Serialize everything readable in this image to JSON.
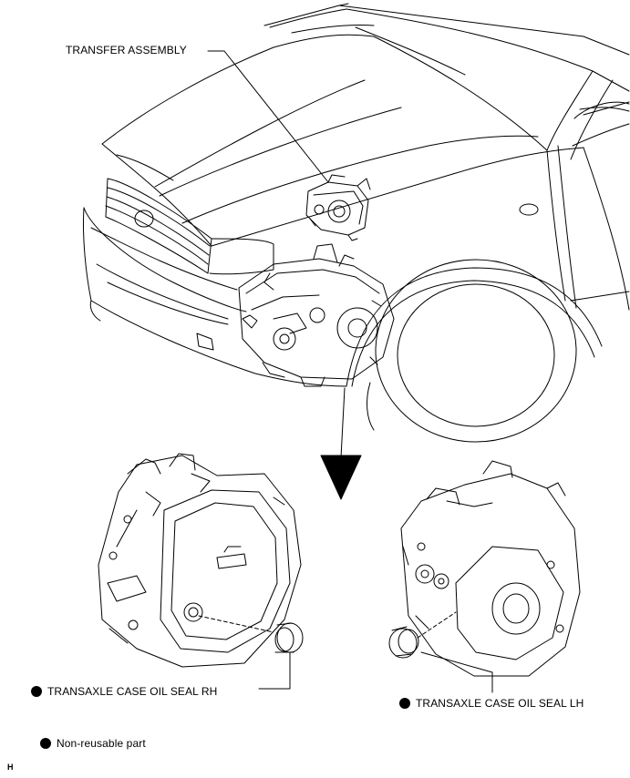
{
  "labels": {
    "transfer_assembly": "TRANSFER ASSEMBLY",
    "oil_seal_rh": "TRANSAXLE CASE OIL SEAL RH",
    "oil_seal_lh": "TRANSAXLE CASE OIL SEAL LH"
  },
  "legend": {
    "non_reusable": "Non-reusable part"
  },
  "corner_code": "H",
  "colors": {
    "line": "#000000",
    "background": "#ffffff"
  }
}
